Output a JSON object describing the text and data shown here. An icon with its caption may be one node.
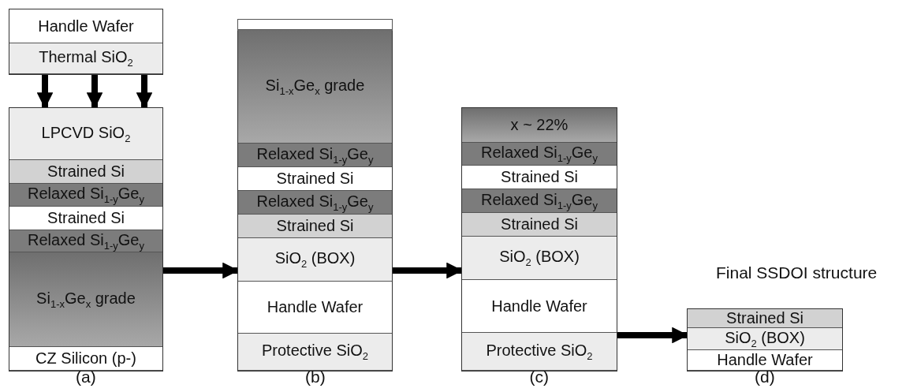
{
  "diagram": {
    "nodes": [
      {
        "text": [],
        "shape": "box"
      },
      {
        "text": [
          "Handle Wafer"
        ],
        "in": 0
      },
      {
        "text": [
          "Thermal SiO$_{2}$"
        ],
        "in": 0
      },
      {
        "text": [],
        "shape": "box",
        "beside": [
          "(a)"
        ]
      },
      {
        "text": [
          "LPCVD SiO$_{2}$"
        ],
        "in": 3
      },
      {
        "text": [
          "Strained Si"
        ],
        "in": 3
      },
      {
        "text": [
          "Relaxed Si$_{1-y}$Ge$_{y}$"
        ],
        "in": 3
      },
      {
        "text": [
          "Strained Si"
        ],
        "in": 3
      },
      {
        "text": [
          "Relaxed Si$_{1-y}$Ge$_{y}$"
        ],
        "in": 3
      },
      {
        "text": [
          "Si$_{1-x}$Ge$_{x}$ grade"
        ],
        "in": 3
      },
      {
        "text": [
          "CZ Silicon (p-)"
        ],
        "in": 3
      },
      {
        "text": [],
        "shape": "box",
        "beside": [
          "(b)"
        ]
      },
      {
        "text": [],
        "shape": "box",
        "in": 11
      },
      {
        "text": [
          "Si$_{1-x}$Ge$_{x}$ grade"
        ],
        "in": 11
      },
      {
        "text": [
          "Relaxed Si$_{1-y}$Ge$_{y}$"
        ],
        "in": 11
      },
      {
        "text": [
          "Strained Si"
        ],
        "in": 11
      },
      {
        "text": [
          "Relaxed Si$_{1-y}$Ge$_{y}$"
        ],
        "in": 11
      },
      {
        "text": [
          "Strained Si"
        ],
        "in": 11
      },
      {
        "text": [
          "SiO$_{2}$ (BOX)"
        ],
        "in": 11
      },
      {
        "text": [
          "Handle Wafer"
        ],
        "in": 11
      },
      {
        "text": [
          "Protective SiO$_{2}$"
        ],
        "in": 11
      },
      {
        "text": [],
        "shape": "box",
        "beside": [
          "(c)"
        ]
      },
      {
        "text": [
          "x ~ 22%"
        ],
        "in": 21
      },
      {
        "text": [
          "Relaxed Si$_{1-y}$Ge$_{y}$"
        ],
        "in": 21
      },
      {
        "text": [
          "Strained Si"
        ],
        "in": 21
      },
      {
        "text": [
          "Relaxed Si$_{1-y}$Ge$_{y}$"
        ],
        "in": 21
      },
      {
        "text": [
          "Strained Si"
        ],
        "in": 21
      },
      {
        "text": [
          "SiO$_{2}$ (BOX)"
        ],
        "in": 21
      },
      {
        "text": [
          "Handle Wafer"
        ],
        "in": 21
      },
      {
        "text": [
          "Protective SiO$_{2}$"
        ],
        "in": 21
      },
      {
        "text": [],
        "shape": "box",
        "beside": [
          "Final SSDOI structure",
          "(d)"
        ]
      },
      {
        "text": [
          "Strained Si"
        ],
        "in": 30
      },
      {
        "text": [
          "SiO$_{2}$ (BOX)"
        ],
        "in": 30
      },
      {
        "text": [
          "Handle Wafer"
        ],
        "in": 30
      }
    ],
    "edges": [
      {
        "from": 0,
        "to": 3,
        "arrow": "to"
      },
      {
        "from": 0,
        "to": 3,
        "arrow": "to"
      },
      {
        "from": 0,
        "to": 3,
        "arrow": "to"
      },
      {
        "from": 3,
        "to": 11,
        "arrow": "to"
      },
      {
        "from": 11,
        "to": 21,
        "arrow": "to"
      },
      {
        "from": 21,
        "to": 30,
        "arrow": "to"
      }
    ]
  }
}
